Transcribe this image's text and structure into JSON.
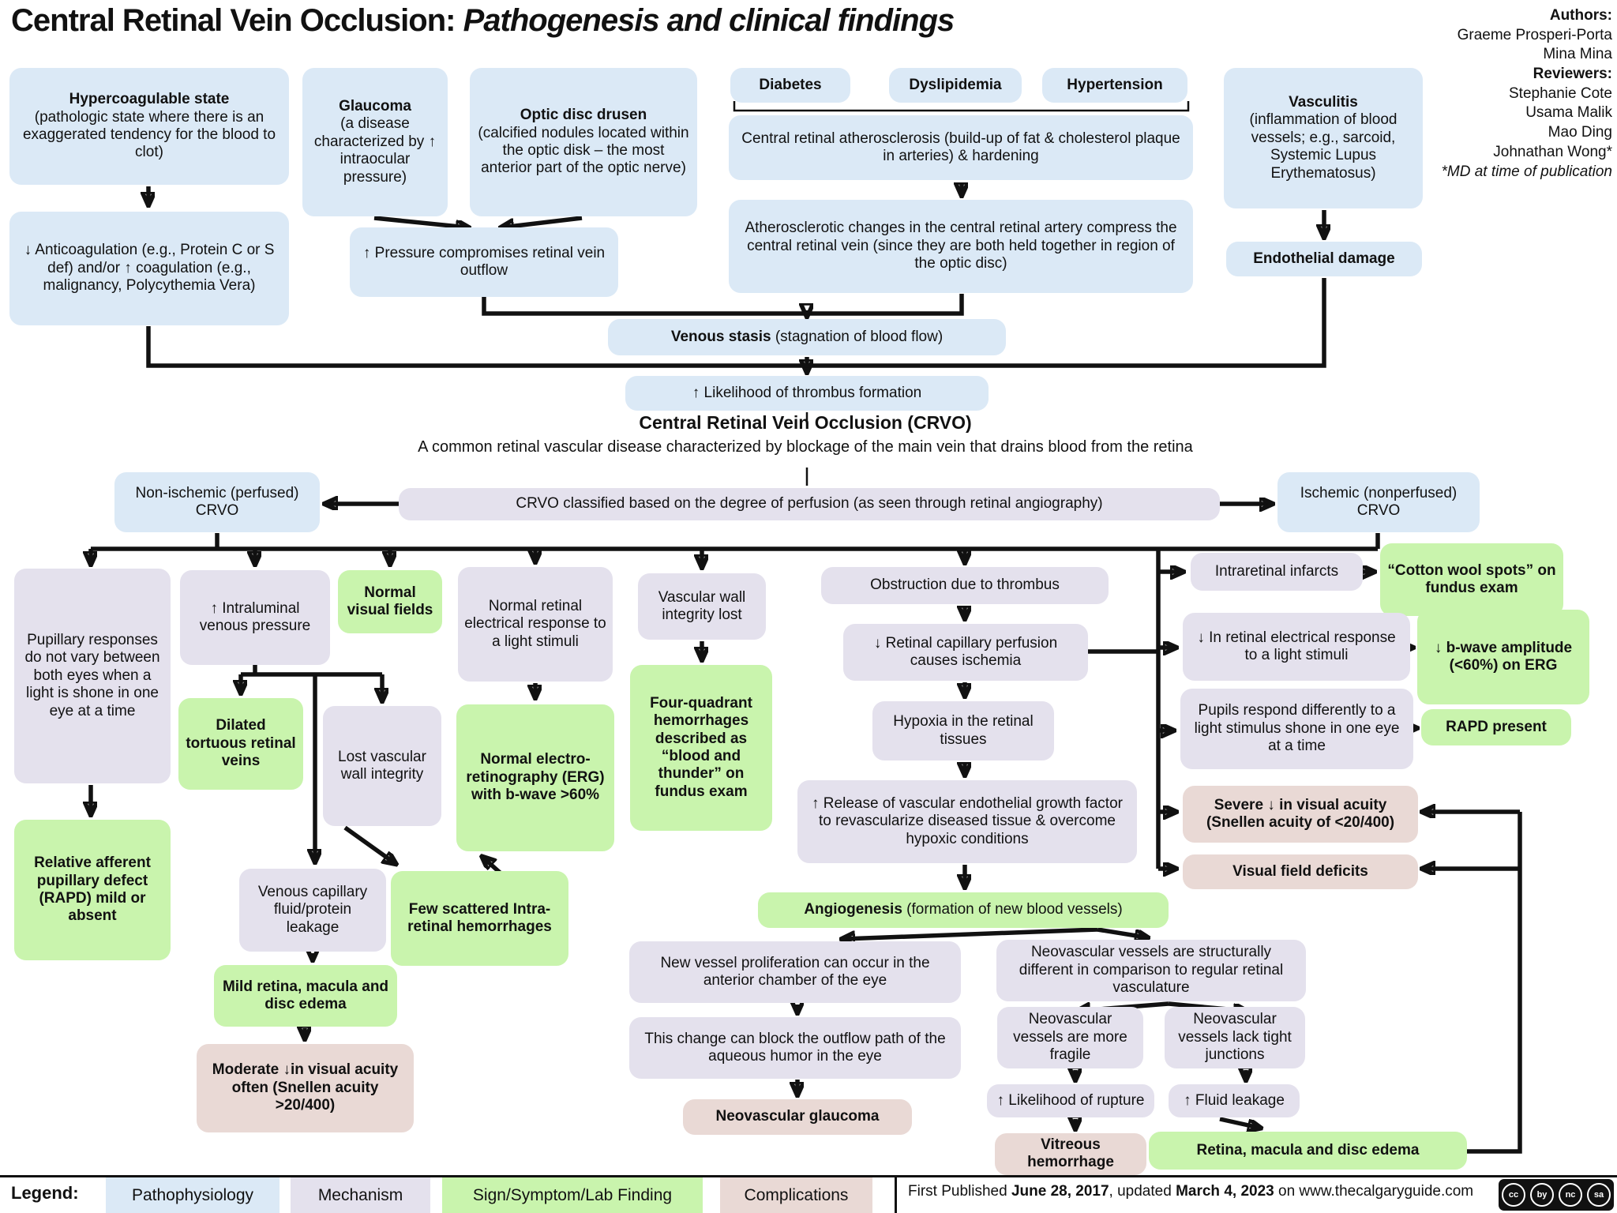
{
  "title": {
    "main": "Central Retinal Vein Occlusion: ",
    "subtitle": "Pathogenesis and clinical findings"
  },
  "credits": {
    "authors_label": "Authors:",
    "authors": [
      "Graeme Prosperi-Porta",
      "Mina Mina"
    ],
    "reviewers_label": "Reviewers:",
    "reviewers": [
      "Stephanie Cote",
      "Usama Malik",
      "Mao Ding",
      "Johnathan Wong*"
    ],
    "note": "*MD at time of publication"
  },
  "nodes": {
    "hypercoagulable": {
      "title": "Hypercoagulable state",
      "body": "(pathologic state where there is an exaggerated tendency for the blood to clot)"
    },
    "anticoagulation": {
      "text": "↓ Anticoagulation (e.g., Protein C or S def) and/or ↑ coagulation (e.g., malignancy, Polycythemia Vera)"
    },
    "glaucoma": {
      "title": "Glaucoma",
      "body": "(a disease characterized by ↑ intraocular pressure)"
    },
    "drusen": {
      "title": "Optic disc drusen",
      "body": "(calcified nodules located within the optic disk – the most anterior part of the optic nerve)"
    },
    "pressure": {
      "text": "↑ Pressure compromises retinal vein outflow"
    },
    "diabetes": {
      "text": "Diabetes"
    },
    "dyslipidemia": {
      "text": "Dyslipidemia"
    },
    "hypertension": {
      "text": "Hypertension"
    },
    "atherosclerosis": {
      "text": "Central retinal atherosclerosis (build-up of fat & cholesterol plaque in arteries) & hardening"
    },
    "athero_changes": {
      "text": "Atherosclerotic changes in the central retinal artery compress the central retinal vein (since they are both held together in region of the optic disc)"
    },
    "vasculitis": {
      "title": "Vasculitis",
      "body": "(inflammation of blood vessels; e.g., sarcoid, Systemic Lupus Erythematosus)"
    },
    "endothelial": {
      "text": "Endothelial damage"
    },
    "venous_stasis": {
      "lead": "Venous stasis",
      "rest": " (stagnation of blood flow)"
    },
    "thrombus": {
      "text": "↑ Likelihood of thrombus formation"
    },
    "crvo_title": {
      "text": "Central Retinal Vein Occlusion (CRVO)"
    },
    "crvo_desc": {
      "text": "A common retinal vascular disease characterized by blockage of the main vein that drains blood from the retina"
    },
    "nonischemic": {
      "text": "Non-ischemic (perfused) CRVO"
    },
    "classified": {
      "text": "CRVO classified based on the degree of perfusion (as seen through retinal angiography)"
    },
    "ischemic": {
      "text": "Ischemic (nonperfused) CRVO"
    },
    "pupillary": {
      "text": "Pupillary responses do not vary between both eyes when a light is shone in one eye at a time"
    },
    "intraluminal": {
      "text": "↑  Intraluminal venous pressure"
    },
    "normal_vf": {
      "text": "Normal visual fields"
    },
    "normal_retinal": {
      "text": "Normal retinal electrical response to a light stimuli"
    },
    "dilated": {
      "text": "Dilated tortuous retinal veins"
    },
    "lost_vw": {
      "text": "Lost vascular wall integrity"
    },
    "normal_erg": {
      "text": "Normal electro-retinography (ERG) with b-wave >60%"
    },
    "rapd_mild": {
      "text": "Relative afferent pupillary defect (RAPD) mild or absent"
    },
    "venous_cap": {
      "text": "Venous capillary fluid/protein leakage"
    },
    "few_scattered": {
      "text": "Few scattered Intra-retinal hemorrhages"
    },
    "mild_edema": {
      "text": "Mild retina, macula and disc edema"
    },
    "moderate_acuity": {
      "text": "Moderate ↓in visual acuity often (Snellen acuity >20/400)"
    },
    "vw_lost": {
      "text": "Vascular wall integrity lost"
    },
    "four_quadrant": {
      "text": "Four-quadrant hemorrhages described as “blood and thunder” on fundus exam"
    },
    "obstruction": {
      "text": "Obstruction due to thrombus"
    },
    "retinal_cap": {
      "text": "↓ Retinal capillary perfusion causes ischemia"
    },
    "hypoxia": {
      "text": "Hypoxia in the retinal tissues"
    },
    "vegf": {
      "text": "↑ Release of vascular endothelial growth factor to revascularize diseased tissue & overcome hypoxic conditions"
    },
    "angiogenesis": {
      "lead": "Angiogenesis",
      "rest": " (formation of new blood vessels)"
    },
    "new_vessel": {
      "text": "New vessel proliferation can occur in the anterior chamber of the eye"
    },
    "block_outflow": {
      "text": "This change can block the outflow path of the aqueous humor in the eye"
    },
    "neo_glaucoma": {
      "text": "Neovascular glaucoma"
    },
    "neo_diff": {
      "text": "Neovascular vessels are structurally different in comparison to regular retinal vasculature"
    },
    "neo_fragile": {
      "text": "Neovascular vessels are more fragile"
    },
    "neo_tight": {
      "text": "Neovascular vessels lack tight junctions"
    },
    "rupture": {
      "text": "↑ Likelihood of rupture"
    },
    "fluid_leak": {
      "text": "↑ Fluid leakage"
    },
    "vitreous": {
      "text": "Vitreous hemorrhage"
    },
    "retina_edema": {
      "text": "Retina, macula and disc edema"
    },
    "intraretinal": {
      "text": "Intraretinal infarcts"
    },
    "cotton": {
      "text": "“Cotton wool spots” on fundus exam"
    },
    "dec_retinal": {
      "text": "↓ In retinal electrical response to a light stimuli"
    },
    "bwave": {
      "text": "↓ b-wave amplitude (<60%) on ERG"
    },
    "pupils_diff": {
      "text": "Pupils respond differently to a light stimulus shone in one eye at a time"
    },
    "rapd_present": {
      "text": "RAPD present"
    },
    "severe": {
      "text": "Severe ↓ in visual acuity (Snellen acuity of <20/400)"
    },
    "vfd": {
      "text": "Visual field deficits"
    }
  },
  "legend": {
    "label": "Legend:",
    "items": [
      {
        "label": "Pathophysiology",
        "color": "#dbe9f6"
      },
      {
        "label": "Mechanism",
        "color": "#e4e1ed"
      },
      {
        "label": "Sign/Symptom/Lab Finding",
        "color": "#c9f4ad"
      },
      {
        "label": "Complications",
        "color": "#e9d9d5"
      }
    ]
  },
  "footer": {
    "prefix": "First Published ",
    "date1": "June 28, 2017",
    "mid": ", updated ",
    "date2": "March 4, 2023",
    "suffix": " on www.thecalgaryguide.com"
  },
  "license": {
    "icons": [
      "cc",
      "by",
      "nc",
      "sa"
    ]
  }
}
